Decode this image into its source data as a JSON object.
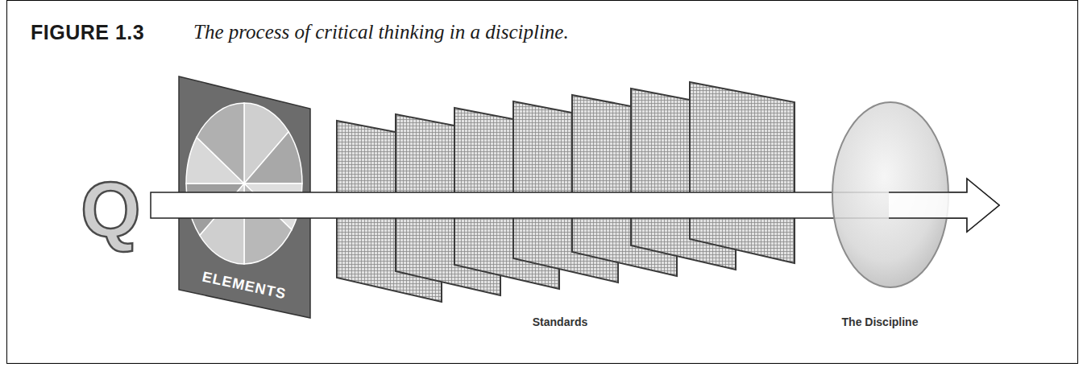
{
  "diagram": {
    "title": "FIGURE 1.3",
    "caption": "The process of critical thinking in a discipline.",
    "nodes": [
      {
        "text": [
          "ELEMENTS"
        ]
      },
      {
        "text": [
          "Standards"
        ]
      },
      {
        "text": [
          "The Discipline"
        ]
      }
    ],
    "labels": [
      "Q"
    ]
  }
}
